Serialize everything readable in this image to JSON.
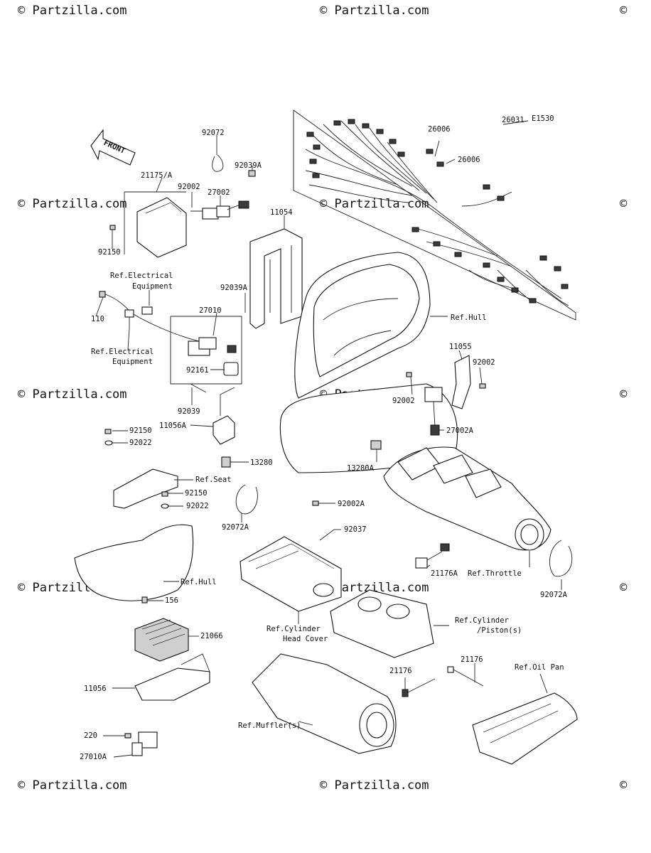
{
  "diagram_code": "E1530",
  "front_label": "FRONT",
  "watermark_text": "© Partzilla.com",
  "colors": {
    "line": "#222222",
    "watermark": "#d4d4d4",
    "background": "#ffffff"
  },
  "labels": [
    {
      "id": "p26031",
      "text": "26031"
    },
    {
      "id": "p26006a",
      "text": "26006"
    },
    {
      "id": "p26006b",
      "text": "26006"
    },
    {
      "id": "p92072",
      "text": "92072"
    },
    {
      "id": "p92039a1",
      "text": "92039A"
    },
    {
      "id": "p21175a",
      "text": "21175/A"
    },
    {
      "id": "p92002a",
      "text": "92002"
    },
    {
      "id": "p27002",
      "text": "27002"
    },
    {
      "id": "p11054",
      "text": "11054"
    },
    {
      "id": "p92150a",
      "text": "92150"
    },
    {
      "id": "refelec1a",
      "text": "Ref.Electrical"
    },
    {
      "id": "refelec1b",
      "text": "Equipment"
    },
    {
      "id": "p92039a2",
      "text": "92039A"
    },
    {
      "id": "p110",
      "text": "110"
    },
    {
      "id": "p27010",
      "text": "27010"
    },
    {
      "id": "refhull1",
      "text": "Ref.Hull"
    },
    {
      "id": "refelec2a",
      "text": "Ref.Electrical"
    },
    {
      "id": "refelec2b",
      "text": "Equipment"
    },
    {
      "id": "p11055",
      "text": "11055"
    },
    {
      "id": "p92002b",
      "text": "92002"
    },
    {
      "id": "p92161",
      "text": "92161"
    },
    {
      "id": "p92002c",
      "text": "92002"
    },
    {
      "id": "p92039",
      "text": "92039"
    },
    {
      "id": "p11056a",
      "text": "11056A"
    },
    {
      "id": "p27002a",
      "text": "27002A"
    },
    {
      "id": "p92150b",
      "text": "92150"
    },
    {
      "id": "p92022a",
      "text": "92022"
    },
    {
      "id": "p13280",
      "text": "13280"
    },
    {
      "id": "p13280a",
      "text": "13280A"
    },
    {
      "id": "refseat",
      "text": "Ref.Seat"
    },
    {
      "id": "p92150c",
      "text": "92150"
    },
    {
      "id": "p92022b",
      "text": "92022"
    },
    {
      "id": "p92002a2",
      "text": "92002A"
    },
    {
      "id": "p92037",
      "text": "92037"
    },
    {
      "id": "p92072a1",
      "text": "92072A"
    },
    {
      "id": "p21176a",
      "text": "21176A"
    },
    {
      "id": "refthrottle",
      "text": "Ref.Throttle"
    },
    {
      "id": "refhull2",
      "text": "Ref.Hull"
    },
    {
      "id": "p92072a2",
      "text": "92072A"
    },
    {
      "id": "p156",
      "text": "156"
    },
    {
      "id": "refcyla",
      "text": "Ref.Cylinder"
    },
    {
      "id": "refcylb",
      "text": "/Piston(s)"
    },
    {
      "id": "p21066",
      "text": "21066"
    },
    {
      "id": "refcylhead1",
      "text": "Ref.Cylinder"
    },
    {
      "id": "refcylhead2",
      "text": "Head Cover"
    },
    {
      "id": "p21176b",
      "text": "21176"
    },
    {
      "id": "p21176c",
      "text": "21176"
    },
    {
      "id": "refoilpan",
      "text": "Ref.Oil Pan"
    },
    {
      "id": "p11056",
      "text": "11056"
    },
    {
      "id": "p220",
      "text": "220"
    },
    {
      "id": "refmuffler",
      "text": "Ref.Muffler(s)"
    },
    {
      "id": "p27010a",
      "text": "27010A"
    }
  ]
}
